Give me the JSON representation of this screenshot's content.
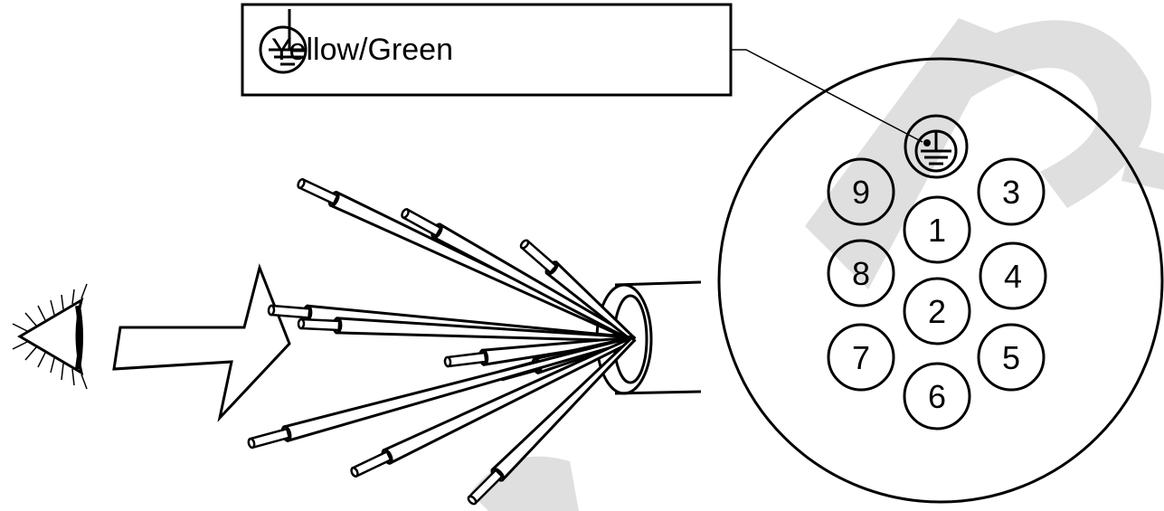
{
  "legend": {
    "text": "Yellow/Green",
    "icon": "earth-ground-icon"
  },
  "pins": [
    {
      "label": "1"
    },
    {
      "label": "2"
    },
    {
      "label": "3"
    },
    {
      "label": "4"
    },
    {
      "label": "5"
    },
    {
      "label": "6"
    },
    {
      "label": "7"
    },
    {
      "label": "8"
    },
    {
      "label": "9"
    }
  ],
  "watermark_color": "#d9d9d9"
}
